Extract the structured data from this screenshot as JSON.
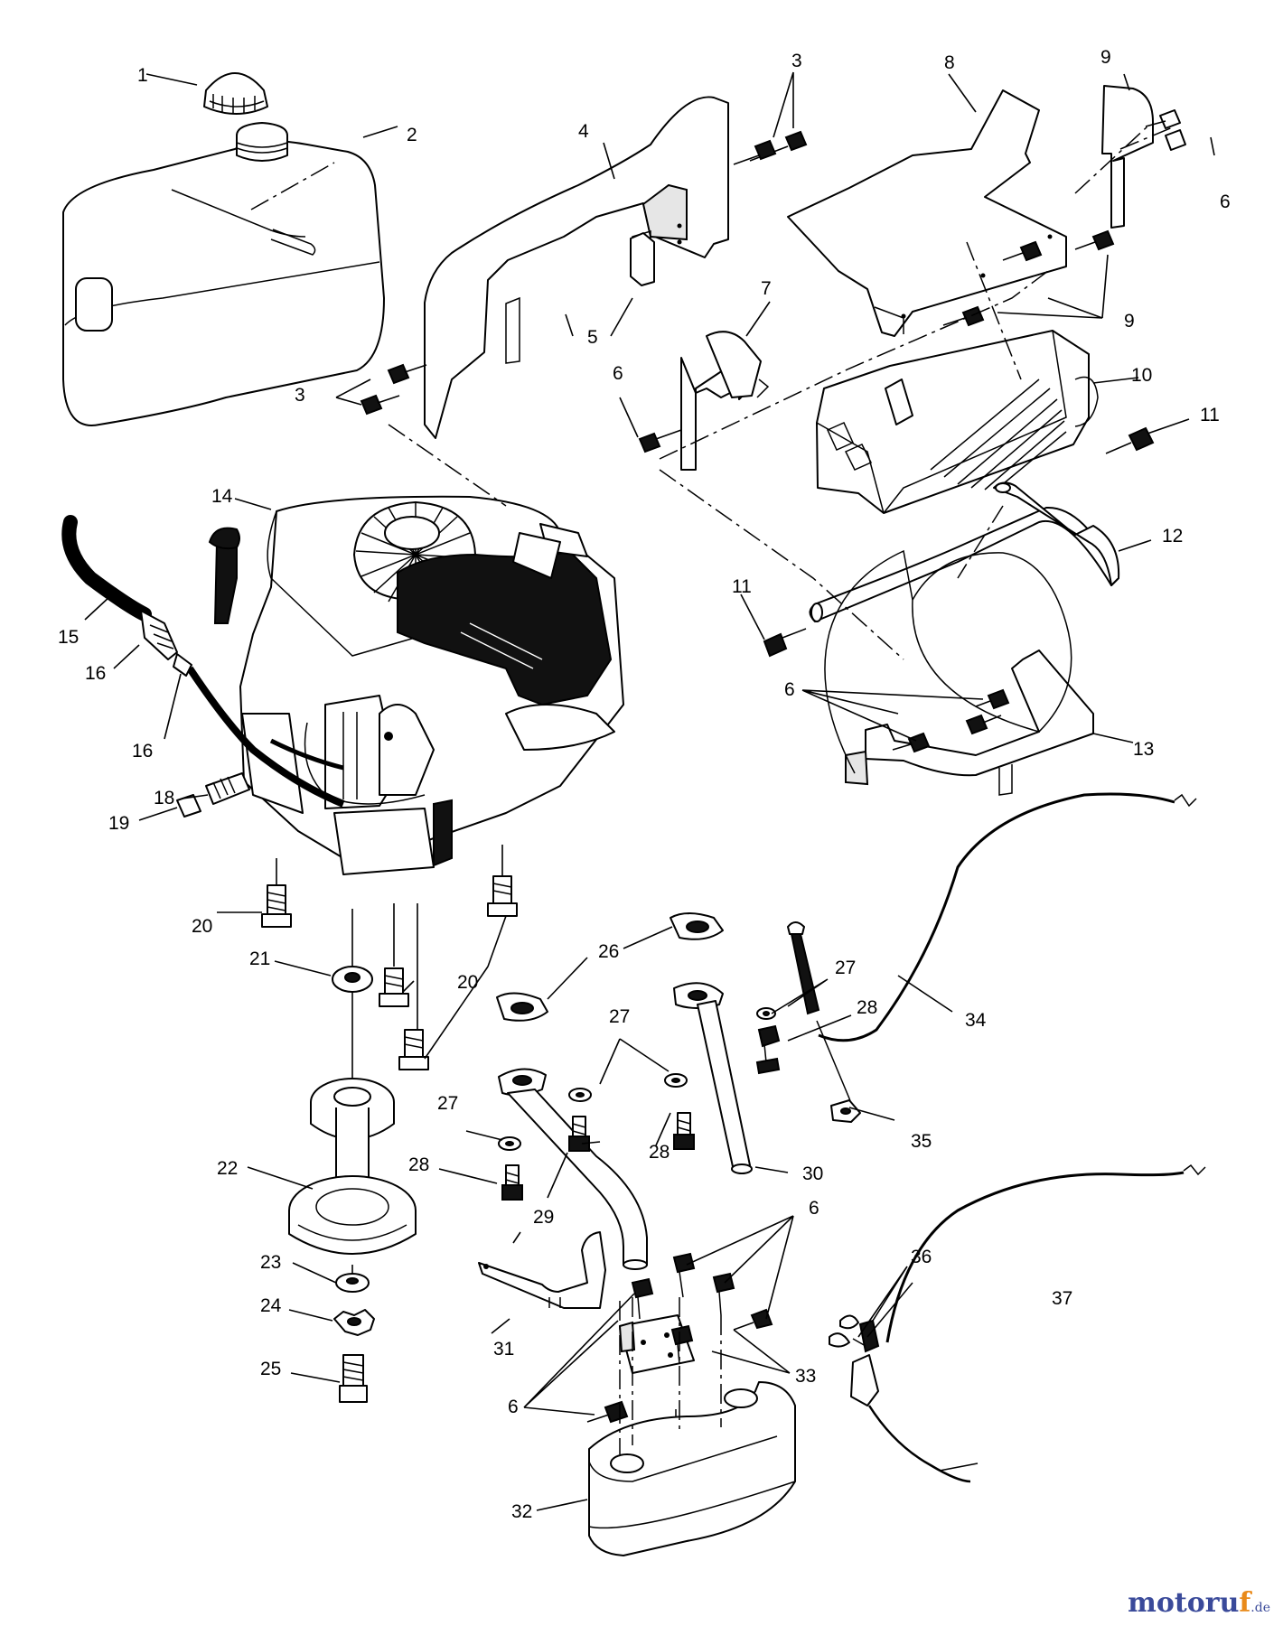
{
  "diagram": {
    "title": "Engine, fuel tank, muffler and heat shield parts diagram",
    "callouts": {
      "c1": "1",
      "c2": "2",
      "c3a": "3",
      "c3b": "3",
      "c4": "4",
      "c5": "5",
      "c6a": "6",
      "c6b": "6",
      "c6c": "6",
      "c6d": "6",
      "c6e": "6",
      "c7": "7",
      "c8": "8",
      "c9a": "9",
      "c9b": "9",
      "c10": "10",
      "c11a": "11",
      "c11b": "11",
      "c12": "12",
      "c13": "13",
      "c14": "14",
      "c15": "15",
      "c16a": "16",
      "c16b": "16",
      "c18": "18",
      "c19": "19",
      "c20a": "20",
      "c20b": "20",
      "c21": "21",
      "c22": "22",
      "c23": "23",
      "c24": "24",
      "c25": "25",
      "c26": "26",
      "c27a": "27",
      "c27b": "27",
      "c27c": "27",
      "c28a": "28",
      "c28b": "28",
      "c28c": "28",
      "c29": "29",
      "c30": "30",
      "c31": "31",
      "c32": "32",
      "c33": "33",
      "c34": "34",
      "c35": "35",
      "c36": "36",
      "c37": "37"
    }
  },
  "watermark": {
    "brand_main": "motoru",
    "brand_accent": "f",
    "brand_tld": ".de"
  },
  "colors": {
    "ink": "#000000",
    "paper": "#ffffff",
    "brand": "#3a4a9a",
    "accent": "#e98a1a"
  }
}
